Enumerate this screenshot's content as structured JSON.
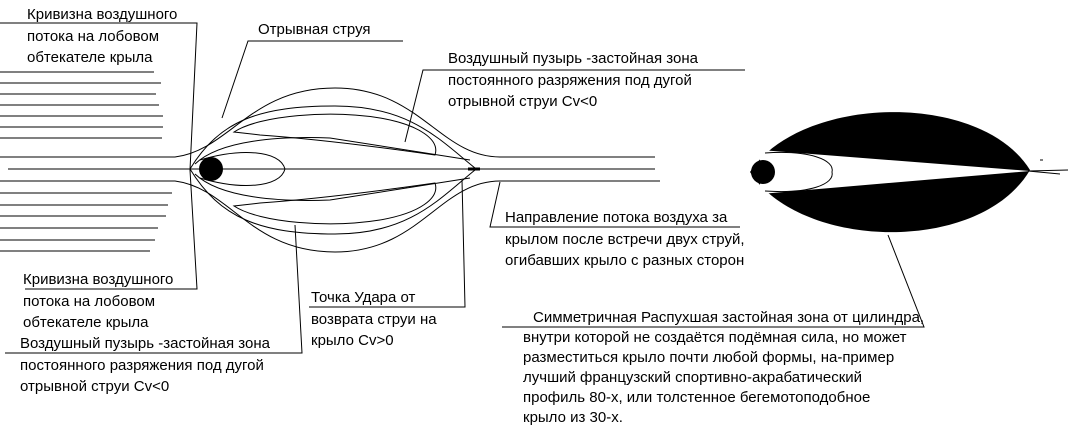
{
  "labels": {
    "curvature_top": [
      "Кривизна воздушного",
      "потока на лобовом",
      "обтекателе крыла"
    ],
    "separated_jet": "Отрывная струя",
    "bubble_top": [
      "Воздушный пузырь -застойная зона",
      "постоянного разряжения под дугой",
      "отрывной струи Cv<0"
    ],
    "flow_direction": [
      "Направление потока воздуха за",
      "крылом после встречи двух струй,",
      "огибавших крыло с разных сторон"
    ],
    "curvature_bottom": [
      "Кривизна воздушного",
      "потока на лобовом",
      "обтекателе крыла"
    ],
    "bubble_bottom": [
      "Воздушный пузырь -застойная зона",
      "постоянного разряжения под дугой",
      "отрывной струи Cv<0"
    ],
    "impact_point": [
      "Точка Удара от",
      "возврата струи на",
      "крыло Cv>0"
    ],
    "symmetric_zone": [
      "Симметричная Распухшая застойная зона от цилиндра,",
      "внутри которой не создаётся подёмная сила, но может",
      "разместиться крыло почти любой формы, на-пример",
      "лучший французский спортивно-акрабатический",
      "профиль 80-х, или толстенное бегемотоподобное",
      "крыло из 30-х."
    ]
  },
  "colors": {
    "ink": "#000000",
    "background": "#ffffff"
  }
}
